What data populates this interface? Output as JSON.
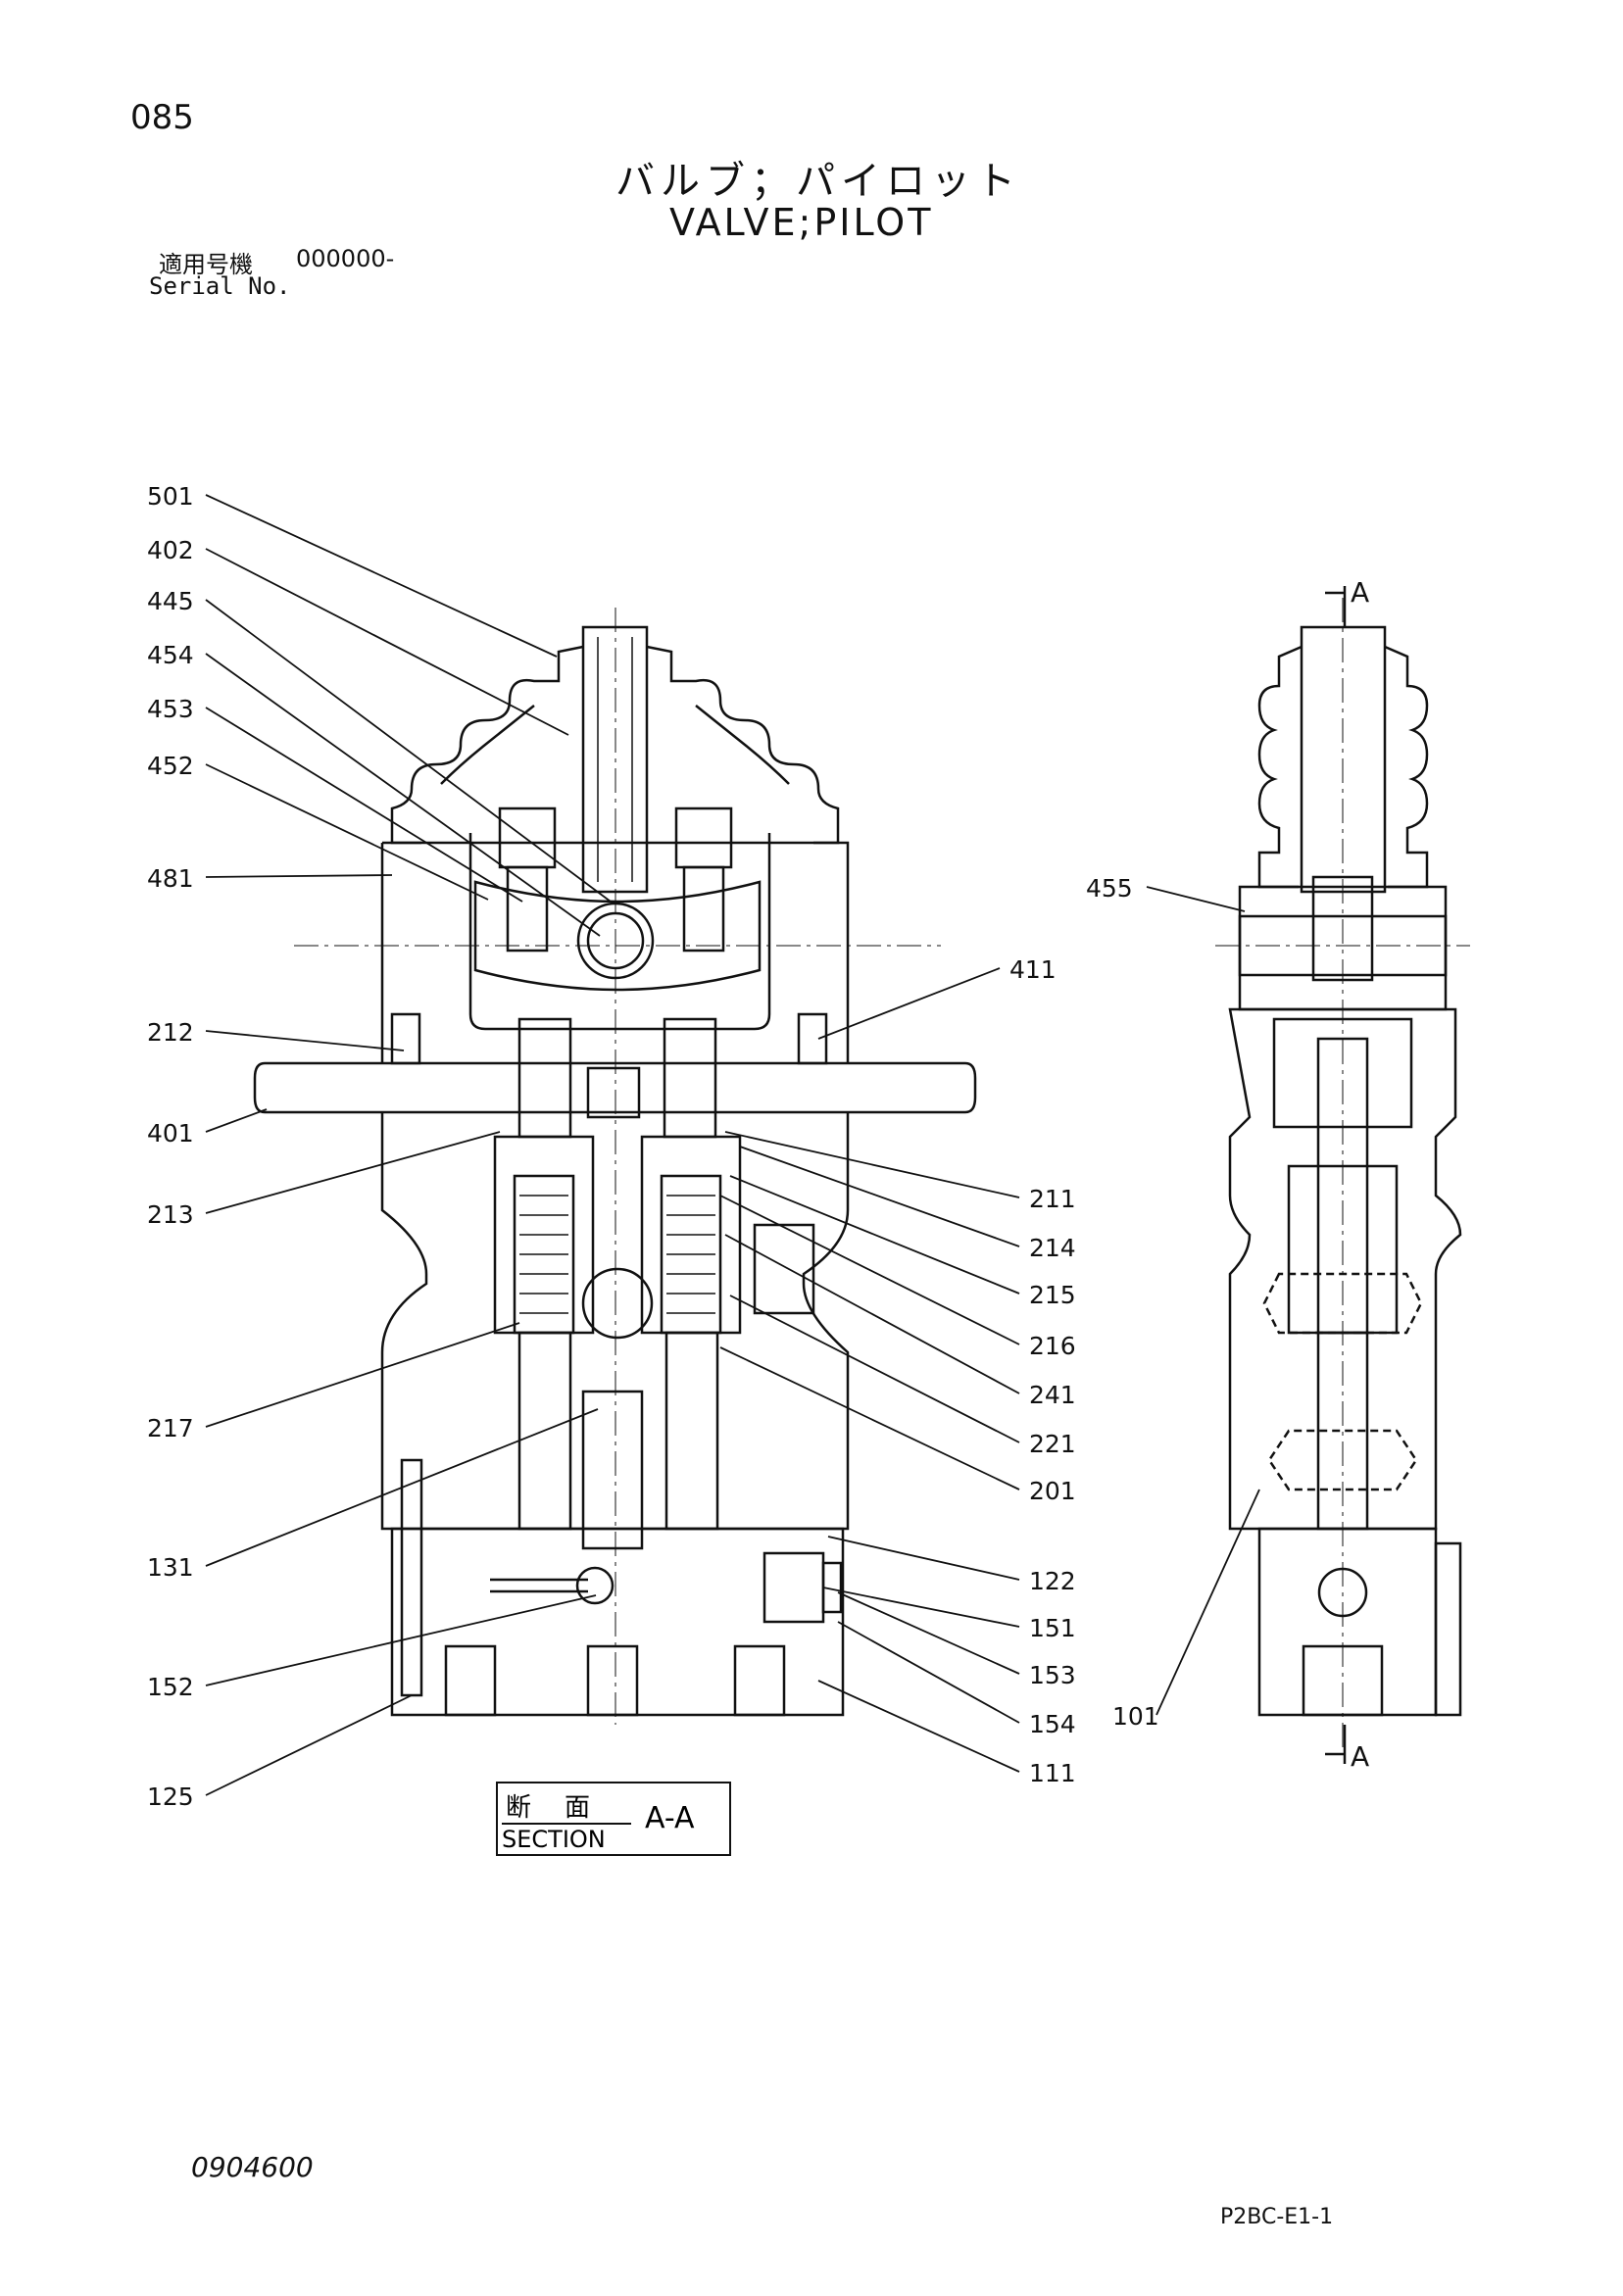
{
  "header": {
    "page_number": "085",
    "title_jp": "バルブ；パイロット",
    "title_en": "VALVE;PILOT",
    "serial_label_jp": "適用号機",
    "serial_value": "000000-",
    "serial_label_en": "Serial No."
  },
  "section_box": {
    "label_jp": "断面",
    "label_en": "SECTION",
    "view": "A-A"
  },
  "section_markers": {
    "top": "A",
    "bottom": "A"
  },
  "callouts_left": [
    "501",
    "402",
    "445",
    "454",
    "453",
    "452",
    "481",
    "212",
    "401",
    "213",
    "217",
    "131",
    "152",
    "125"
  ],
  "callouts_right": [
    "411",
    "211",
    "214",
    "215",
    "216",
    "241",
    "221",
    "201",
    "122",
    "151",
    "153",
    "154",
    "111"
  ],
  "callouts_side": [
    "455",
    "101"
  ],
  "footer": {
    "doc_code": "0904600",
    "sheet_code": "P2BC-E1-1"
  }
}
